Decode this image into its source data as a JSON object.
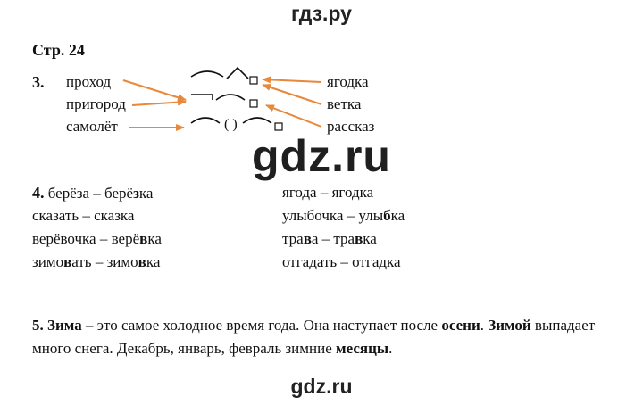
{
  "site": {
    "top_title": "гдз.ру",
    "watermark": "gdz.ru",
    "bottom_title": "gdz.ru"
  },
  "page_label": "Стр. 24",
  "ex3": {
    "number": "3.",
    "left_words": [
      "проход",
      "пригород",
      "самолёт"
    ],
    "right_words": [
      "ягодка",
      "ветка",
      "рассказ"
    ],
    "scheme_paren": "( )"
  },
  "ex4": {
    "number": "4.",
    "left": [
      {
        "a": "берёза",
        "sep": " – ",
        "b1": "берё",
        "bb": "з",
        "b2": "ка"
      },
      {
        "a": "сказать",
        "sep": " – ",
        "b1": "сказ",
        "bb": "",
        "b2": "ка"
      },
      {
        "a": "верёвочка",
        "sep": " – ",
        "b1": "верё",
        "bb": "в",
        "b2": "ка"
      },
      {
        "a1": "зимо",
        "ab": "в",
        "a2": "ать",
        "sep": " – ",
        "b1": "зимо",
        "bb": "в",
        "b2": "ка"
      }
    ],
    "right": [
      {
        "a": "ягода",
        "sep": " – ",
        "b1": "ягодка",
        "bb": "",
        "b2": ""
      },
      {
        "a": "улыбочка",
        "sep": " – ",
        "b1": "улы",
        "bb": "б",
        "b2": "ка"
      },
      {
        "a1": "тра",
        "ab": "в",
        "a2": "а",
        "sep": " – ",
        "b1": "тра",
        "bb": "в",
        "b2": "ка"
      },
      {
        "a": "отгадать",
        "sep": " – ",
        "b1": "отгадка",
        "bb": "",
        "b2": ""
      }
    ]
  },
  "ex5": {
    "number": "5.",
    "segments": [
      {
        "text": "Зима",
        "bold": true
      },
      {
        "text": " – это самое холодное время года. Она наступает после ",
        "bold": false
      },
      {
        "text": "осени",
        "bold": true
      },
      {
        "text": ". ",
        "bold": false
      },
      {
        "text": "Зимой",
        "bold": true
      },
      {
        "text": " выпадает много снега. Декабрь, январь, февраль зимние ",
        "bold": false
      },
      {
        "text": "месяцы",
        "bold": true
      },
      {
        "text": ".",
        "bold": false
      }
    ]
  },
  "colors": {
    "arrow": "#e8883a",
    "text": "#111111"
  }
}
